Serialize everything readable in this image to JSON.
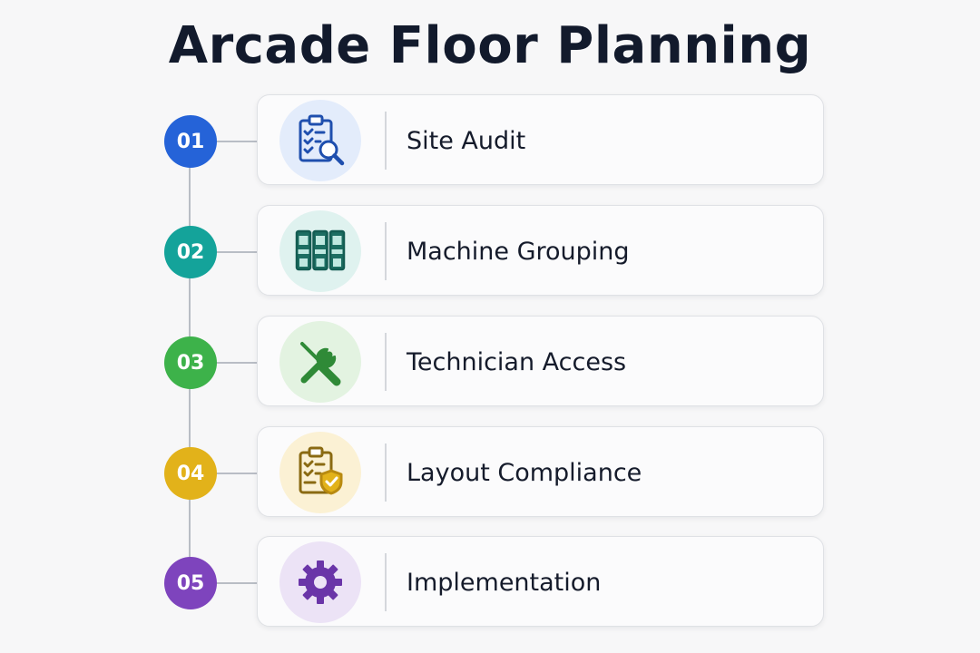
{
  "title": "Arcade Floor Planning",
  "steps": [
    {
      "number": "01",
      "label": "Site Audit",
      "icon": "clipboard-search-icon",
      "color": "#2563d8",
      "tint": "#e3ecfb"
    },
    {
      "number": "02",
      "label": "Machine Grouping",
      "icon": "arcade-cabinets-icon",
      "color": "#14a39a",
      "tint": "#dff2ef"
    },
    {
      "number": "03",
      "label": "Technician Access",
      "icon": "wrench-screwdriver-icon",
      "color": "#3db24a",
      "tint": "#e3f3e1"
    },
    {
      "number": "04",
      "label": "Layout Compliance",
      "icon": "clipboard-shield-icon",
      "color": "#e2b21a",
      "tint": "#fbf1d4"
    },
    {
      "number": "05",
      "label": "Implementation",
      "icon": "gear-icon",
      "color": "#7e44bd",
      "tint": "#ece3f6"
    }
  ]
}
